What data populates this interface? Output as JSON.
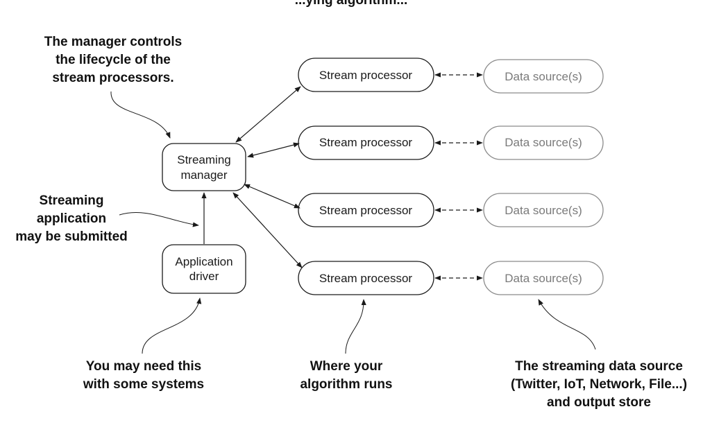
{
  "header": {
    "partial_text": "...ying algorithm..."
  },
  "nodes": {
    "manager": {
      "line1": "Streaming",
      "line2": "manager"
    },
    "driver": {
      "line1": "Application",
      "line2": "driver"
    },
    "processors": [
      {
        "label": "Stream processor"
      },
      {
        "label": "Stream processor"
      },
      {
        "label": "Stream processor"
      },
      {
        "label": "Stream processor"
      }
    ],
    "sources": [
      {
        "label": "Data source(s)"
      },
      {
        "label": "Data source(s)"
      },
      {
        "label": "Data source(s)"
      },
      {
        "label": "Data source(s)"
      }
    ]
  },
  "annotations": {
    "manager_note": [
      "The manager controls",
      "the lifecycle of the",
      "stream processors."
    ],
    "submit_note": [
      "Streaming",
      "application",
      "may be submitted"
    ],
    "driver_note": [
      "You may need this",
      "with some systems"
    ],
    "algorithm_note": [
      "Where your",
      "algorithm runs"
    ],
    "source_note": [
      "The streaming data source",
      "(Twitter, IoT, Network, File...)",
      "and output store"
    ]
  },
  "colors": {
    "ink": "#1a1a1a",
    "faded": "#8a8a8a"
  }
}
